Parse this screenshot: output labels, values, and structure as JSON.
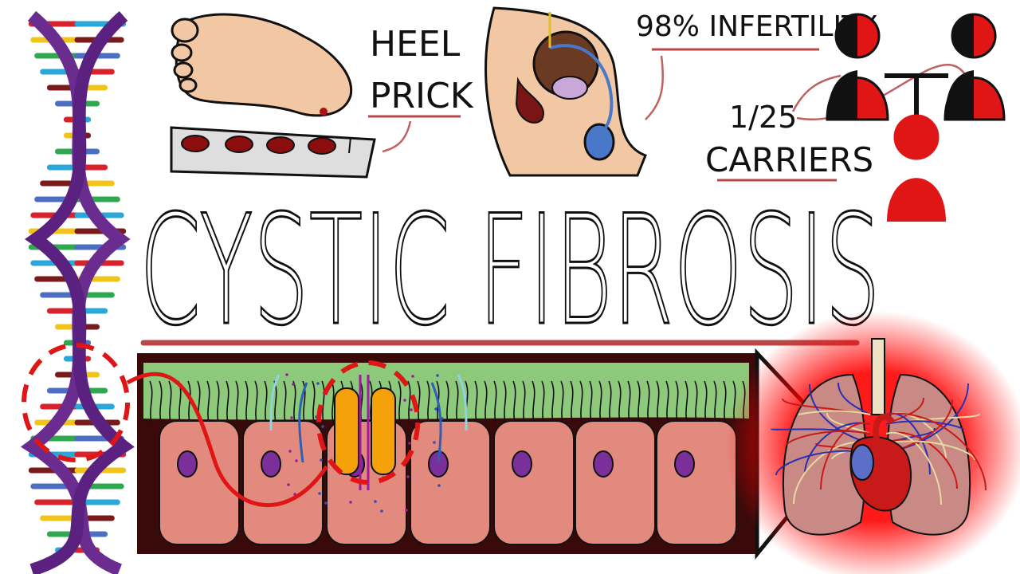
{
  "title": "CYSTIC FIBROSIS",
  "labels": {
    "heel_prick_line1": "HEEL",
    "heel_prick_line2": "PRICK",
    "infertility": "98% INFERTILITY",
    "carriers_ratio": "1/25",
    "carriers": "CARRIERS"
  },
  "colors": {
    "dna_backbone": "#6a2d8f",
    "cell_fill": "#e38a7e",
    "mucus": "#8cc97a",
    "nucleus": "#7a2f9a",
    "channel": "#f5a10a",
    "highlight_red": "#e01515",
    "underline": "#b94848",
    "frame": "#3a0a0a"
  },
  "icons": [
    "dna-helix-icon",
    "foot-icon",
    "blood-card-icon",
    "pelvis-anatomy-icon",
    "pedigree-icon",
    "lungs-icon",
    "cftr-channel-icon"
  ]
}
